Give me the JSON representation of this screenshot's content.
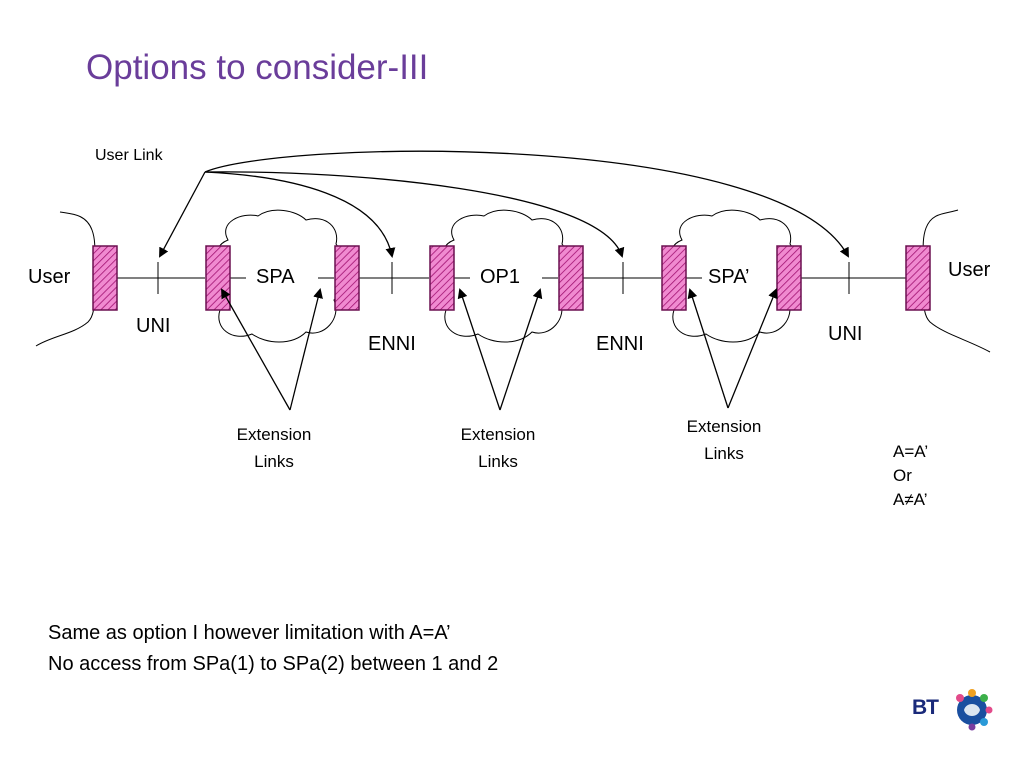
{
  "slide": {
    "title": "Options to consider-III"
  },
  "diagram": {
    "user_link_label": "User Link",
    "user_left_label": "User",
    "user_right_label": "User",
    "nodes": [
      "SPA",
      "OP1",
      "SPA’"
    ],
    "interfaces": [
      "UNI",
      "ENNI",
      "ENNI",
      "UNI"
    ],
    "extension_labels": [
      {
        "line1": "Extension",
        "line2": "Links"
      },
      {
        "line1": "Extension",
        "line2": "Links"
      },
      {
        "line1": "Extension",
        "line2": "Links"
      }
    ],
    "colors": {
      "port_fill": "#f08ad0",
      "port_stroke": "#6b1050",
      "line": "#000000"
    }
  },
  "condition": {
    "line1": "A=A’",
    "line2": "Or",
    "line3": "A≠A’"
  },
  "footer": {
    "line1": "Same as option I however limitation with A=A’",
    "line2": "No access from SPa(1) to SPa(2) between 1 and 2"
  },
  "logo": {
    "text": "BT",
    "icon": "bt-globe-icon"
  }
}
